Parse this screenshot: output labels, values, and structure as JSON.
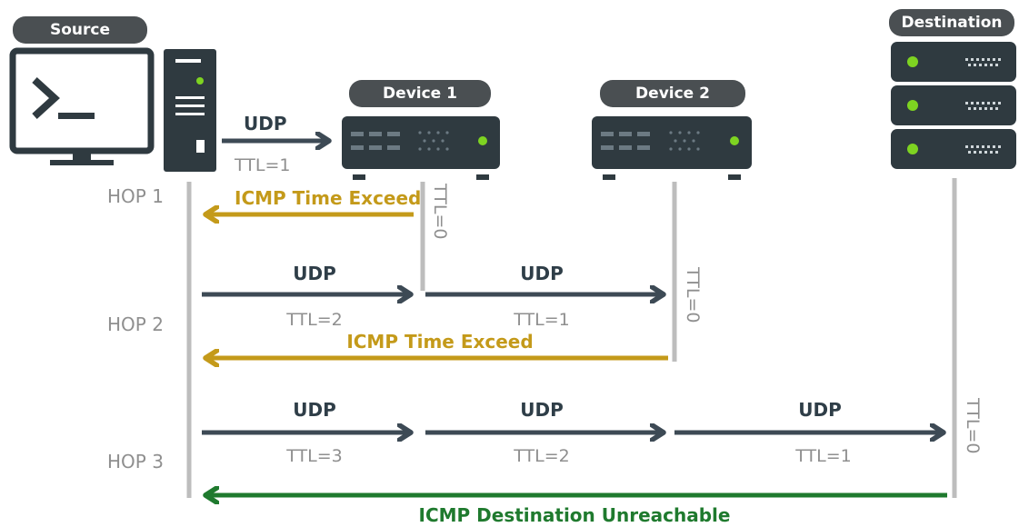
{
  "nodes": {
    "source": "Source",
    "device1": "Device 1",
    "device2": "Device 2",
    "destination": "Destination"
  },
  "hops": [
    "HOP 1",
    "HOP 2",
    "HOP 3"
  ],
  "packet_label": "UDP",
  "ttl": {
    "t0": "TTL=0",
    "t1": "TTL=1",
    "t2": "TTL=2",
    "t3": "TTL=3"
  },
  "replies": {
    "time_exceed": "ICMP Time Exceed",
    "unreachable": "ICMP Destination Unreachable"
  },
  "colors": {
    "forward": "#3d4a55",
    "time_exceed": "#c49a1a",
    "unreachable": "#1f7a2e",
    "device_body": "#2f3a40",
    "led": "#7ed321"
  },
  "icons": [
    "terminal-monitor-icon",
    "tower-server-icon",
    "router-icon",
    "server-rack-icon"
  ]
}
